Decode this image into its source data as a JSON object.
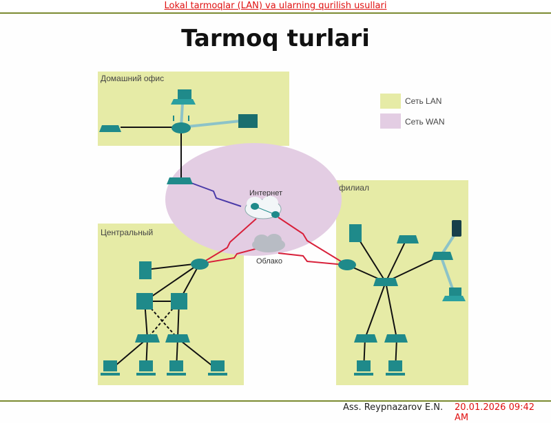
{
  "header": {
    "course_title": "Lokal tarmoqlar (LAN) va ularning qurilish usullari"
  },
  "slide": {
    "title": "Tarmoq turlari"
  },
  "diagram": {
    "home_office_label": "Домашний офис",
    "central_label": "Центральный",
    "branch_label": "филиал",
    "internet_label": "Интернет",
    "cloud_label": "Облако",
    "legend": {
      "lan": "Сеть LAN",
      "wan": "Сеть WAN"
    },
    "colors": {
      "lan": "#e6eba6",
      "wan": "#e3cde3",
      "device": "#1f8a8a",
      "wan_link": "#d8203a",
      "wan_link_alt": "#4a3aa8",
      "wireless_link": "#8cc3c8"
    }
  },
  "footer": {
    "author": "Ass. Reypnazarov E.N.",
    "datetime": "20.01.2026 09:42 AM"
  }
}
